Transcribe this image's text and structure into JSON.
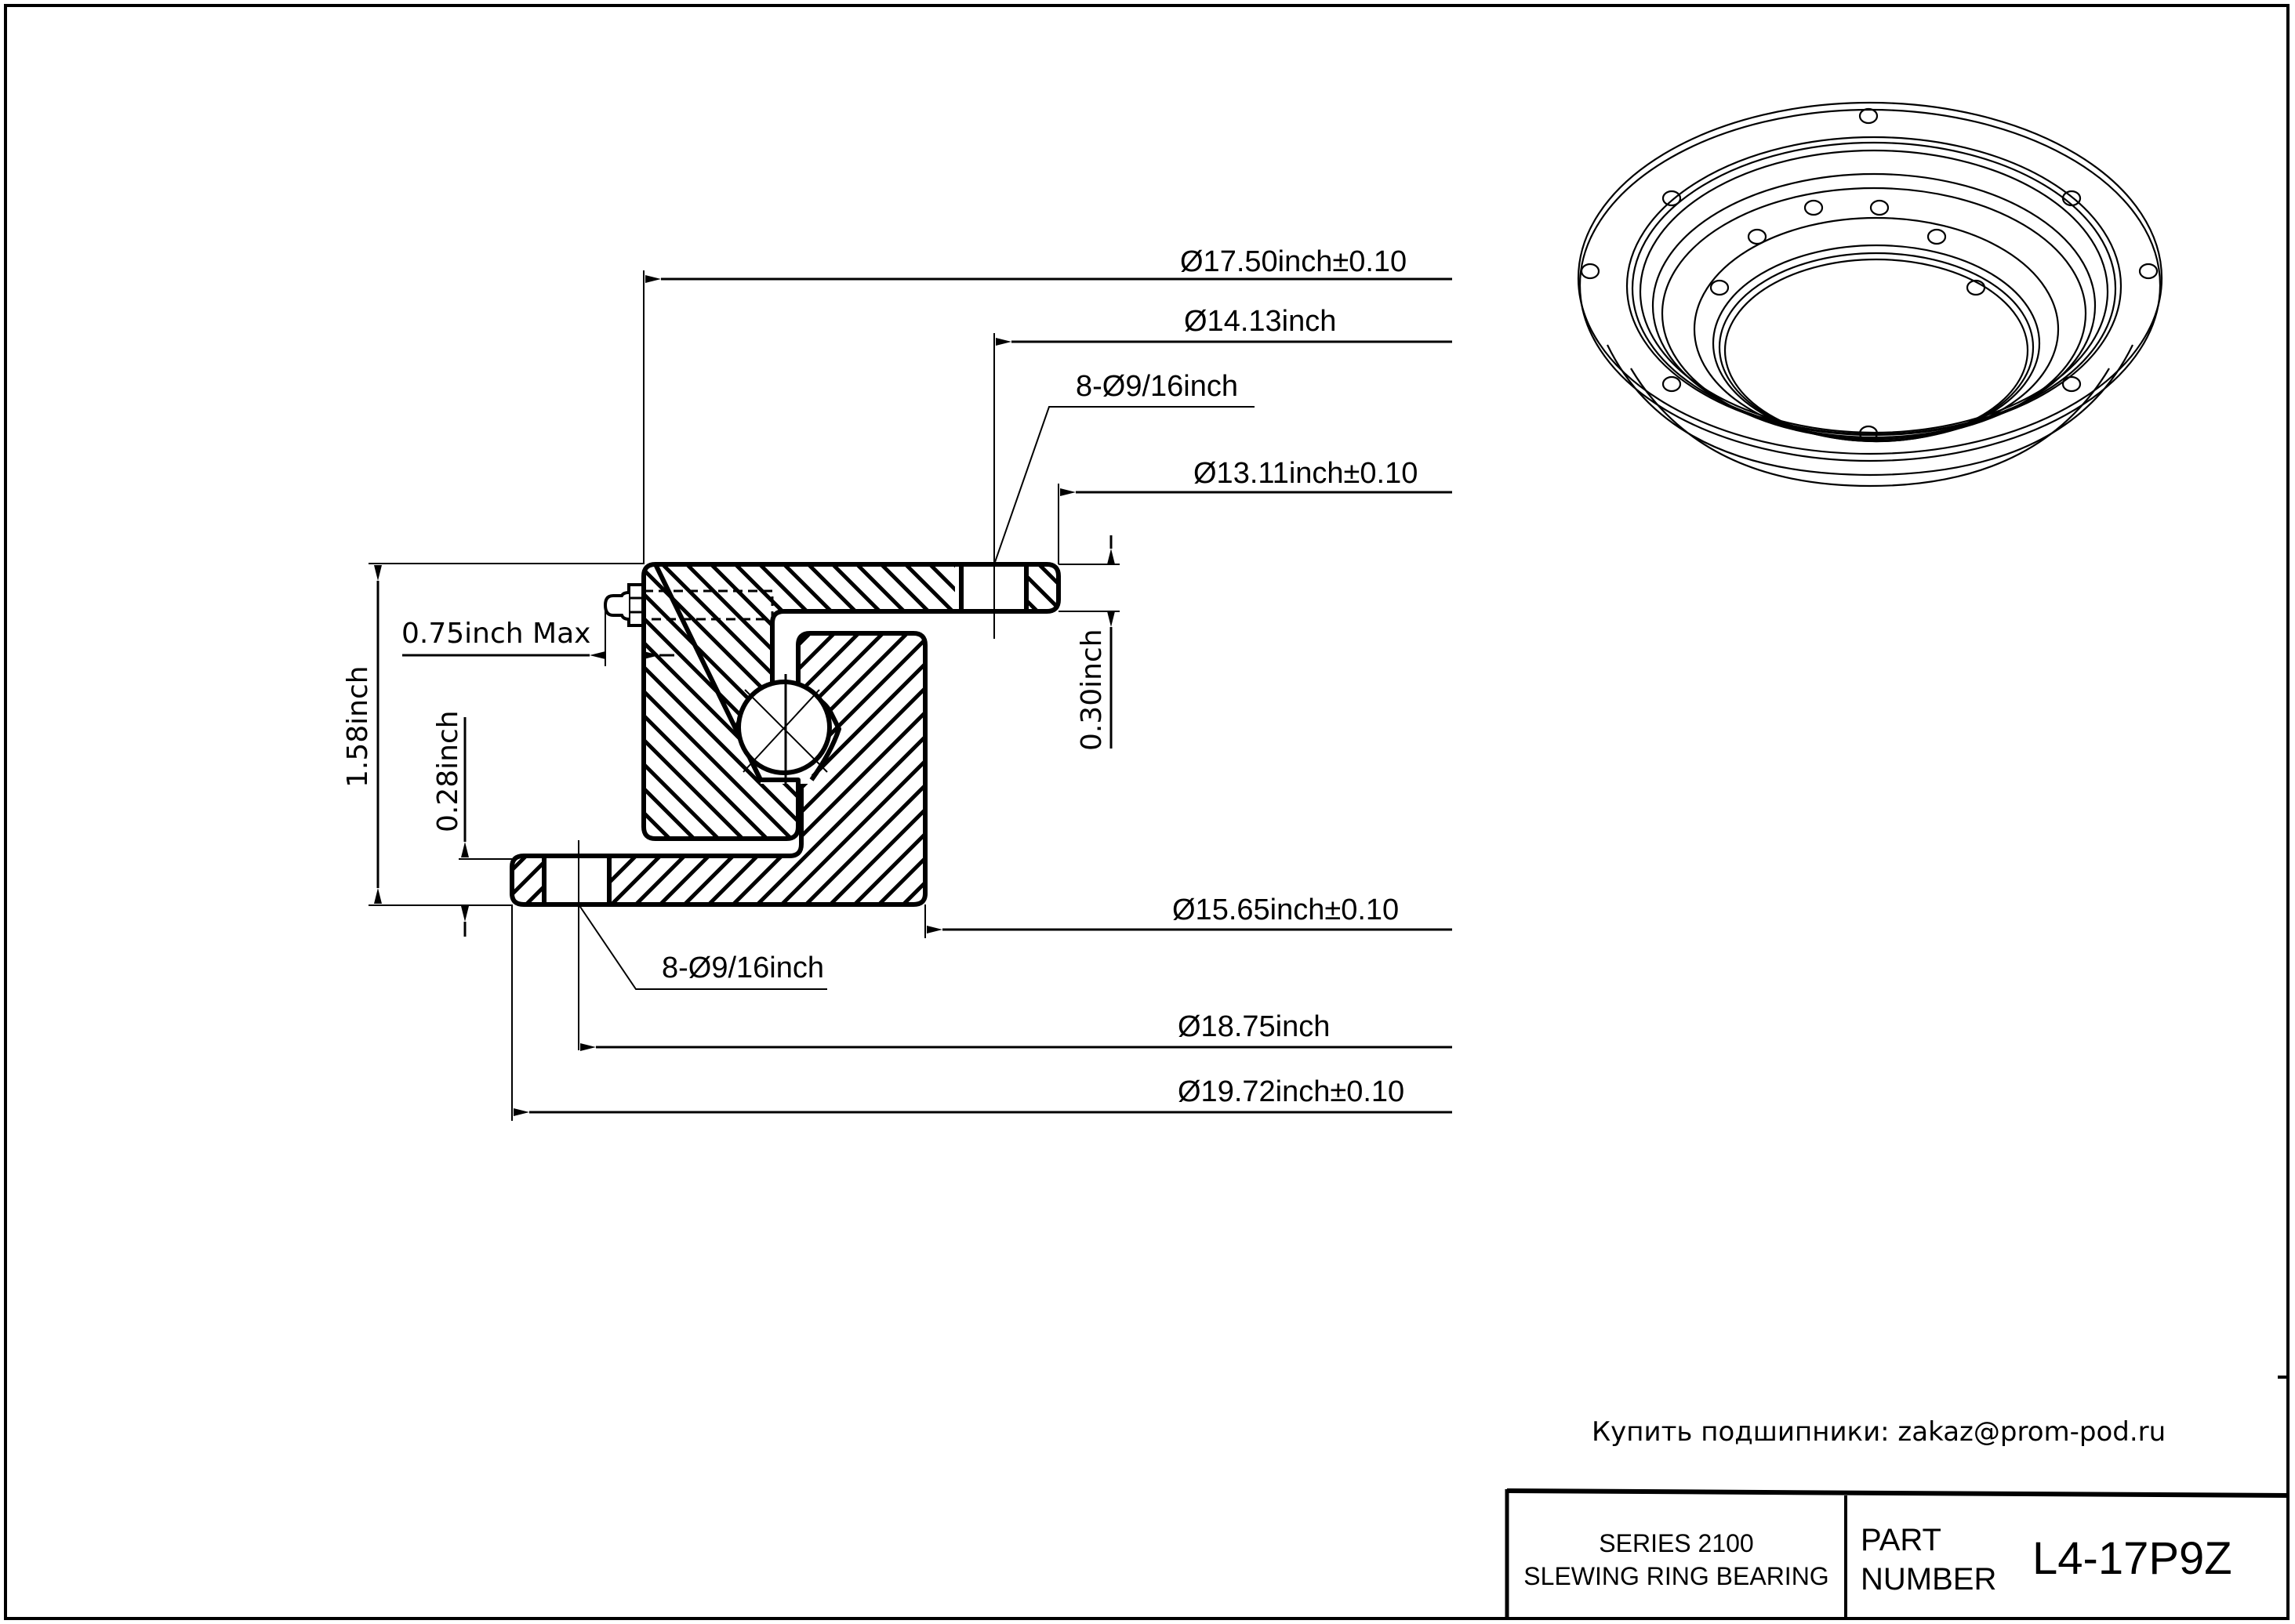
{
  "drawing": {
    "title_block": {
      "series": "SERIES 2100",
      "description": "SLEWING RING BEARING",
      "part_label_line1": "PART",
      "part_label_line2": "NUMBER",
      "part_number": "L4-17P9Z"
    },
    "contact_note": "Купить подшипники: zakaz@prom-pod.ru",
    "dimensions": {
      "d_17_50": "Ø17.50inch±0.10",
      "d_14_13": "Ø14.13inch",
      "holes_top": "8-Ø9/16inch",
      "d_13_11": "Ø13.11inch±0.10",
      "d_15_65": "Ø15.65inch±0.10",
      "holes_bottom": "8-Ø9/16inch",
      "d_18_75": "Ø18.75inch",
      "d_19_72": "Ø19.72inch±0.10",
      "height_total": "1.58inch",
      "flange_bottom_thk": "0.28inch",
      "flange_top_thk": "0.30inch",
      "fitting_max": "0.75inch Max"
    },
    "views": {
      "section": "cross-section",
      "iso": "isometric"
    },
    "colors": {
      "line": "#000000",
      "background": "#ffffff"
    }
  }
}
